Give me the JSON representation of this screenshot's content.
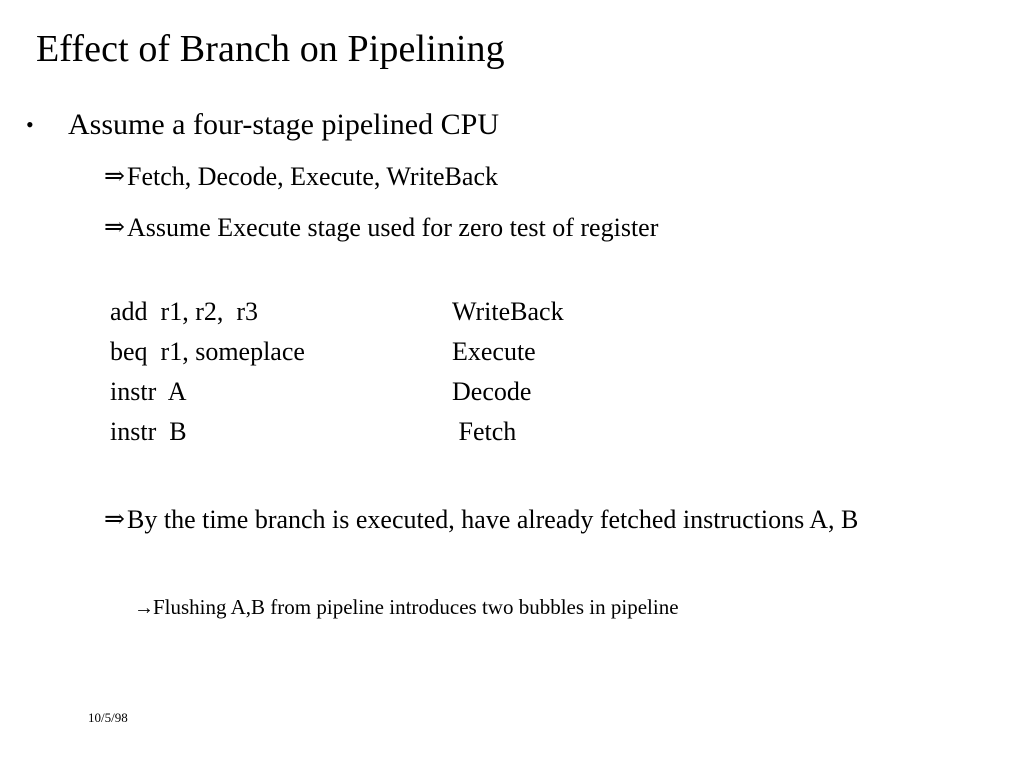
{
  "slide": {
    "title": "Effect of Branch on Pipelining",
    "background_color": "#ffffff",
    "text_color": "#000000",
    "footer_date": "10/5/98"
  },
  "bullets": {
    "level1": {
      "marker": "bullet-dot",
      "marker_glyph": "•",
      "text": "Assume a four-stage pipelined CPU"
    },
    "level2_marker_glyph": "⇒",
    "level3_marker_glyph": "→",
    "items": [
      {
        "text": "Fetch, Decode, Execute, WriteBack"
      },
      {
        "text": "Assume Execute stage used for zero test of register"
      },
      {
        "text": "By the time branch is executed, have already fetched instructions A, B"
      }
    ],
    "level3": {
      "text": "Flushing A,B from pipeline introduces two bubbles in pipeline"
    }
  },
  "code_block": {
    "rows": [
      {
        "instruction": "add  r1, r2,  r3",
        "stage": "WriteBack"
      },
      {
        "instruction": "beq  r1, someplace",
        "stage": "Execute"
      },
      {
        "instruction": "instr  A",
        "stage": "Decode"
      },
      {
        "instruction": "instr  B",
        "stage": " Fetch"
      }
    ]
  }
}
